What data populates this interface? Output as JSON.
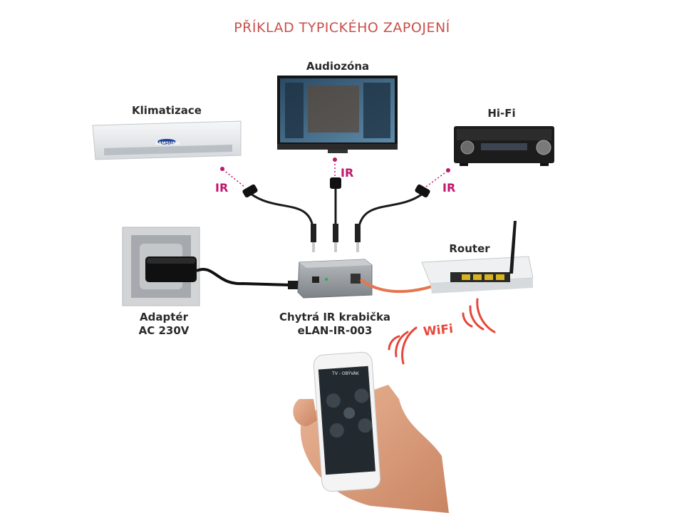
{
  "title": "PŘÍKLAD TYPICKÉHO ZAPOJENÍ",
  "devices": {
    "audiozona": "Audiozóna",
    "klimatizace": "Klimatizace",
    "hifi": "Hi-Fi",
    "router": "Router",
    "adapter_line1": "Adaptér",
    "adapter_line2": "AC 230V",
    "irbox_line1": "Chytrá IR krabička",
    "irbox_line2": "eLAN-IR-003"
  },
  "ir_labels": [
    "IR",
    "IR",
    "IR"
  ],
  "wifi_label": "WiFi",
  "ac_brand": "SAMSUNG",
  "phone_screen_title": "TV - OBÝVÁK",
  "colors": {
    "title": "#c8504a",
    "ir": "#c0176e",
    "wifi": "#e8463a",
    "label": "#2a2a2a"
  }
}
